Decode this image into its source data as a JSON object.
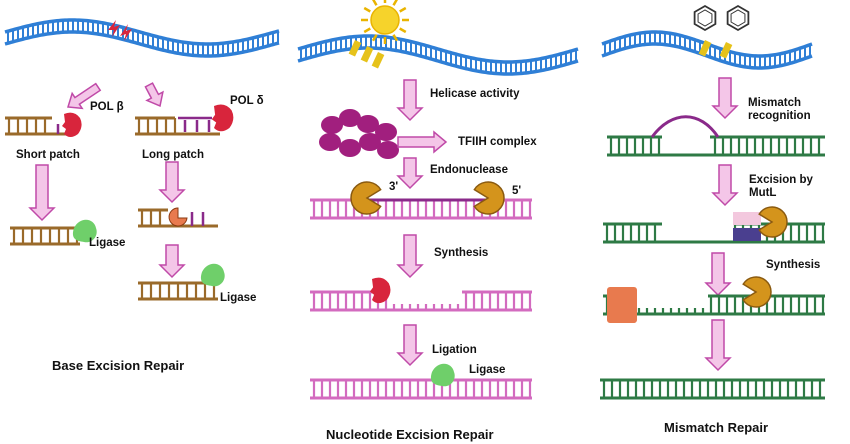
{
  "colors": {
    "backbone_blue": "#2f7fd6",
    "brown_dna": "#9a6a2a",
    "pink_dna": "#d36bbf",
    "green_dna": "#2e7a45",
    "purple_accent": "#8a2a8a",
    "polymerase_red": "#d8253c",
    "ligase_green": "#6fcf6a",
    "pacman_gold": "#d4941c",
    "arrow_fill": "#f4c6e8",
    "arrow_stroke": "#c04aa8",
    "tfiih_purple": "#a11f7e",
    "orange_block": "#e87a4e",
    "navy_block": "#4a3f8f",
    "sun_yellow": "#f6d32b"
  },
  "icons": [
    "lightning-icon",
    "sun-icon",
    "benzene-ring-icon",
    "polymerase-icon",
    "ligase-icon",
    "nuclease-icon",
    "tfiih-complex-icon"
  ],
  "ber": {
    "pol_beta": "POL β",
    "pol_delta": "POL δ",
    "short_patch": "Short patch",
    "long_patch": "Long patch",
    "ligase_1": "Ligase",
    "ligase_2": "Ligase",
    "title": "Base Excision Repair"
  },
  "ner": {
    "helicase": "Helicase activity",
    "tfiih": "TFIIH complex",
    "endonuclease": "Endonuclease",
    "prime3": "3'",
    "prime5": "5'",
    "synthesis": "Synthesis",
    "ligation": "Ligation",
    "ligase": "Ligase",
    "title": "Nucleotide Excision Repair"
  },
  "mmr": {
    "mismatch": "Mismatch\nrecognition",
    "excision": "Excision by\nMutL",
    "synthesis": "Synthesis",
    "title": "Mismatch Repair"
  }
}
